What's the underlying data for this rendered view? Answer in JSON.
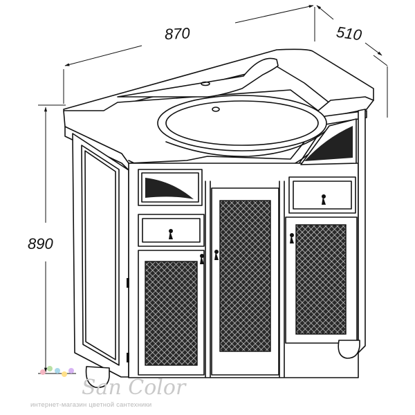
{
  "dimensions": {
    "width": "870",
    "depth": "510",
    "height": "890"
  },
  "watermark": {
    "logo": "San Color",
    "tagline": "интернет-магазин цветной сантехники",
    "dot_colors": [
      "#f4b6c2",
      "#b9e0a5",
      "#a8d8ea",
      "#ffe08a",
      "#d7b4f3"
    ]
  }
}
